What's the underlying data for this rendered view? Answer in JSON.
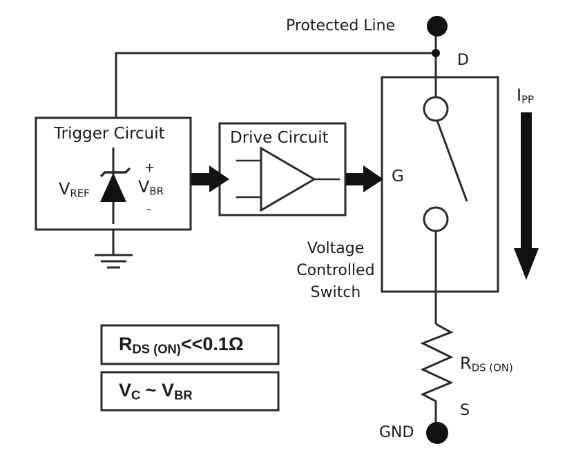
{
  "diagram": {
    "protected_line": "Protected Line",
    "drain": "D",
    "gate": "G",
    "source": "S",
    "gnd": "GND",
    "ipp": {
      "main": "I",
      "sub": "PP"
    },
    "trigger": {
      "title": "Trigger Circuit",
      "vref": {
        "main": "V",
        "sub": "REF"
      },
      "vbr": {
        "main": "V",
        "sub": "BR"
      },
      "plus": "+",
      "minus": "-"
    },
    "drive": {
      "title": "Drive Circuit"
    },
    "switch_label": [
      "Voltage",
      "Controlled",
      "Switch"
    ],
    "resistor": {
      "main": "R",
      "sub": "DS (ON)"
    },
    "formula_1": {
      "main": "R",
      "sub": "DS (ON)",
      "rest": "<<0.1Ω"
    },
    "formula_2": {
      "main": "V",
      "sub": "C",
      "mid": " ~ V",
      "sub2": "BR"
    }
  }
}
